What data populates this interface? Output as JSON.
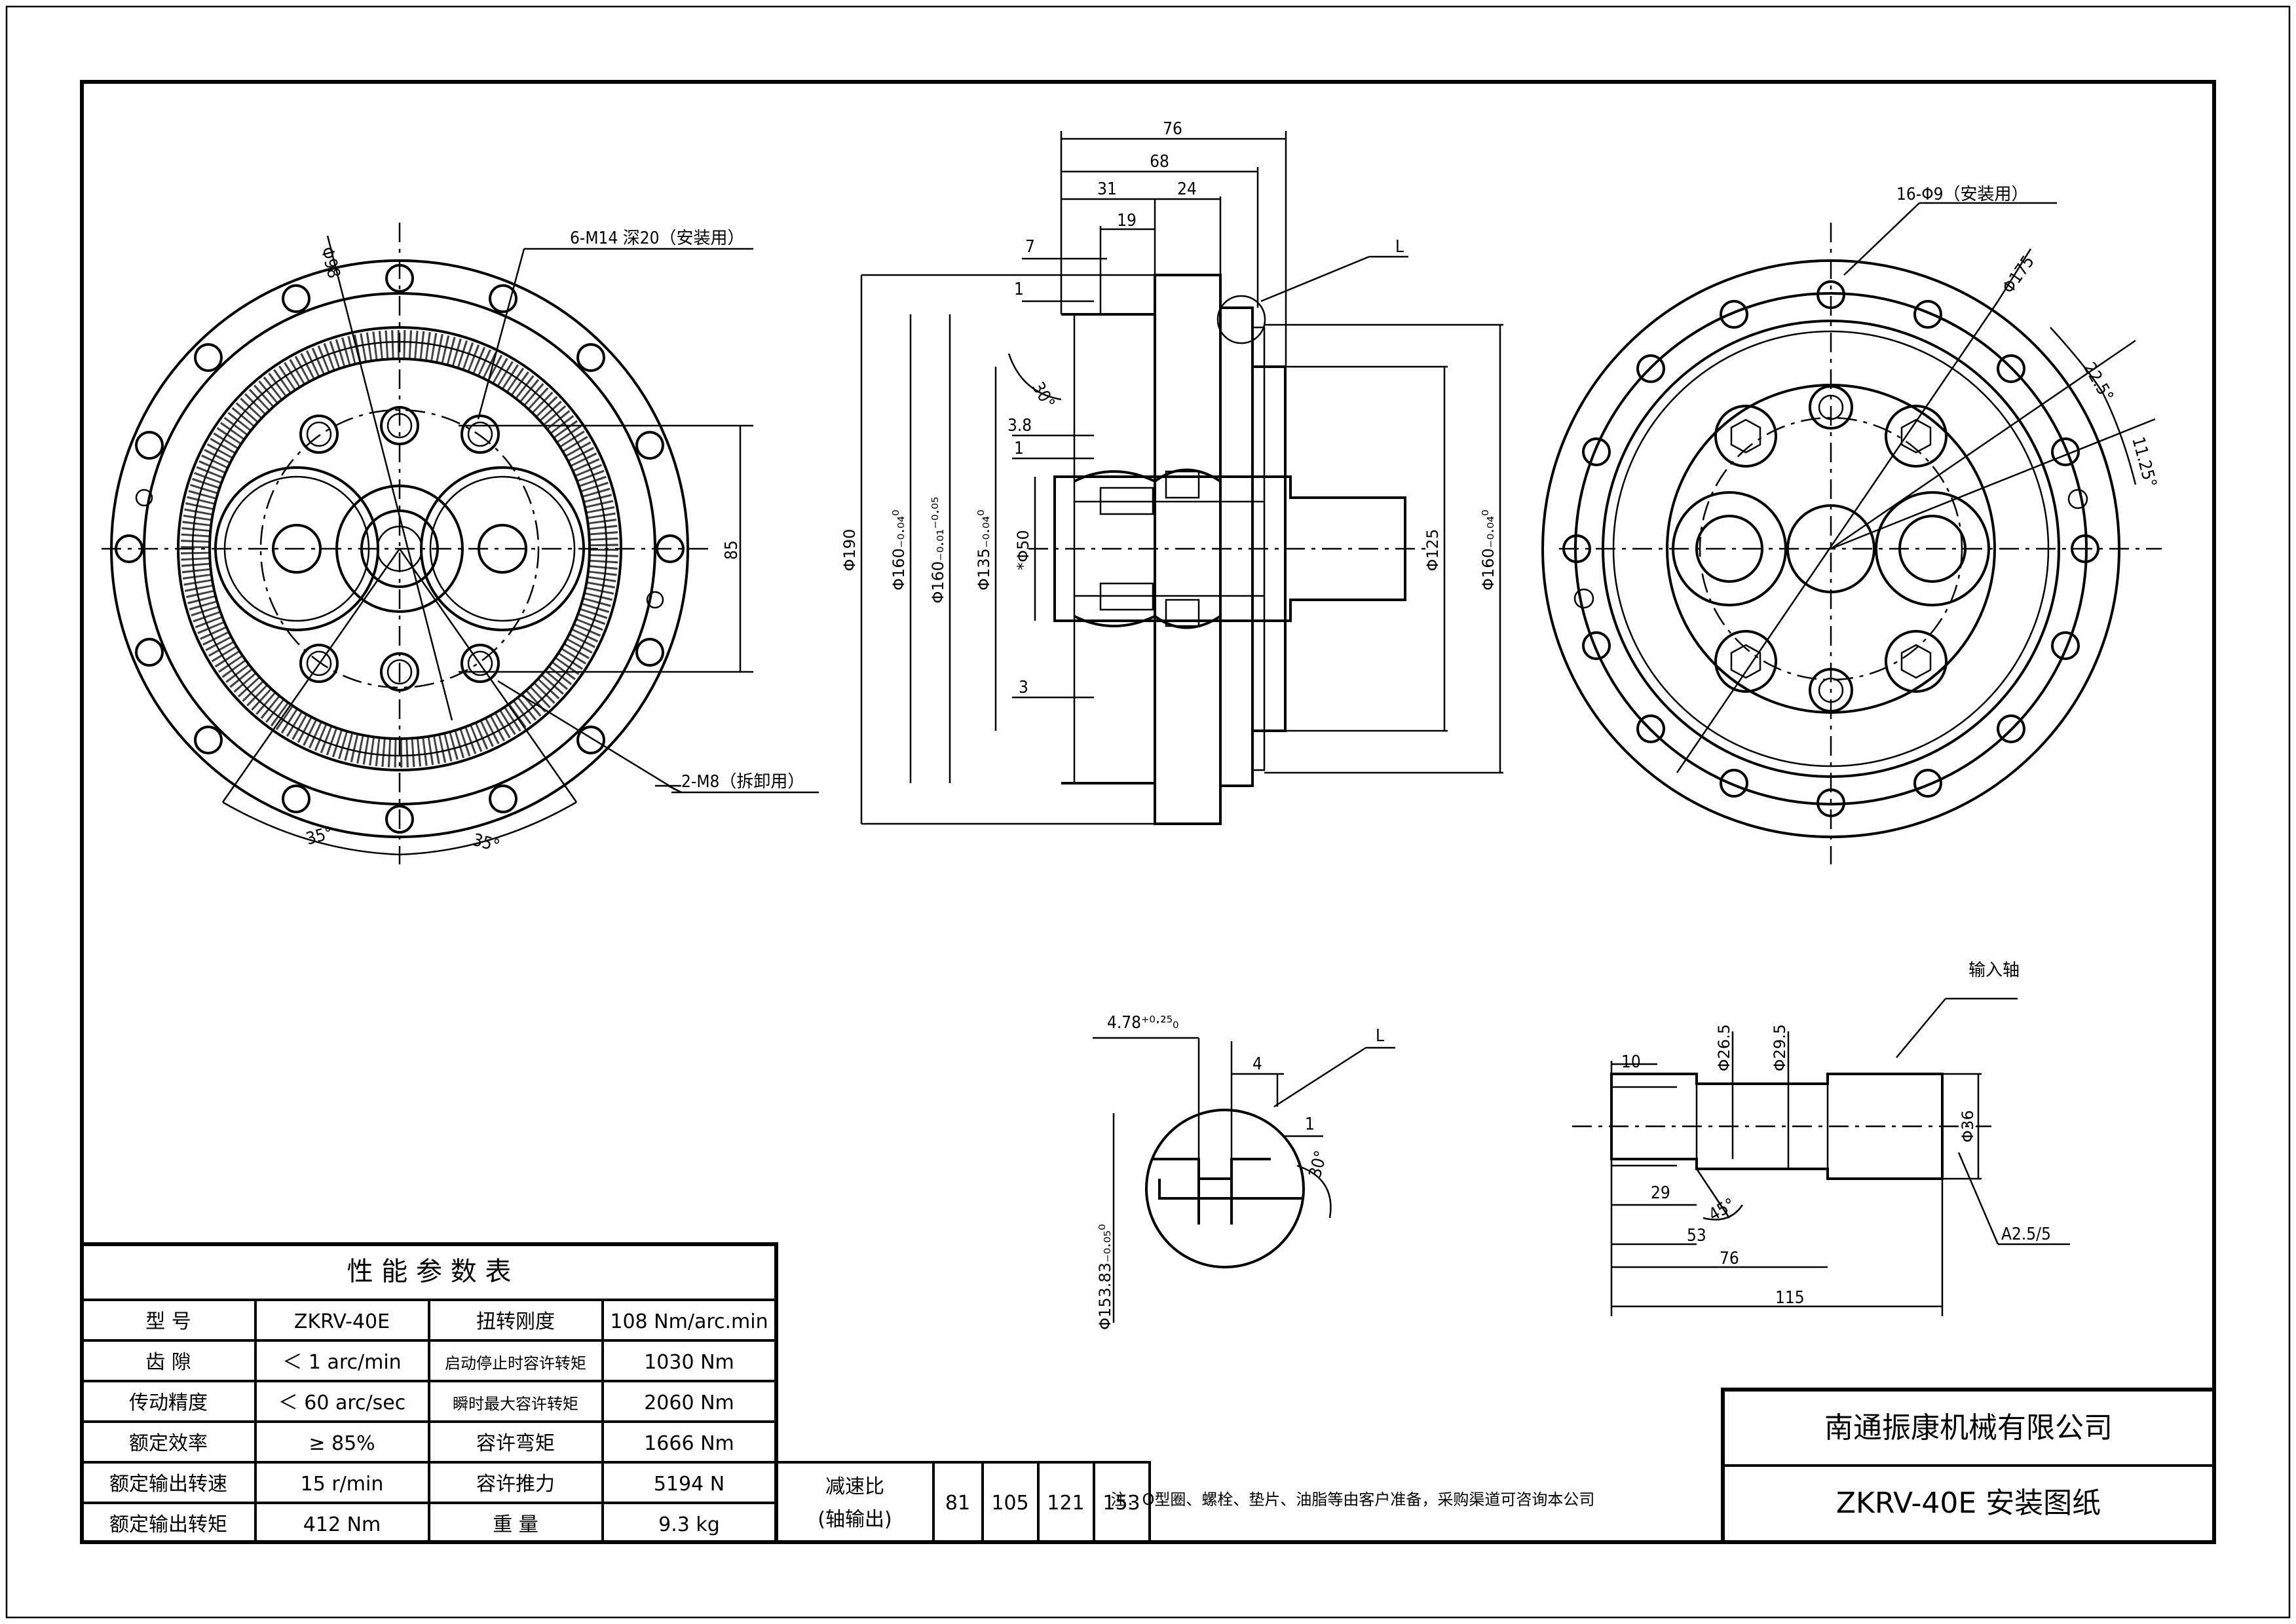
{
  "company": "南通振康机械有限公司",
  "drawing_title": "ZKRV-40E 安装图纸",
  "note": "注：O型圈、螺栓、垫片、油脂等由客户准备，采购渠道可咨询本公司",
  "table": {
    "title": "性 能 参 数 表",
    "rows": [
      [
        "型  号",
        "ZKRV-40E",
        "扭转刚度",
        "108 Nm/arc.min"
      ],
      [
        "齿  隙",
        "＜ 1 arc/min",
        "启动停止时容许转矩",
        "1030 Nm"
      ],
      [
        "传动精度",
        "＜ 60 arc/sec",
        "瞬时最大容许转矩",
        "2060 Nm"
      ],
      [
        "额定效率",
        "≥ 85%",
        "容许弯矩",
        "1666 Nm"
      ],
      [
        "额定输出转速",
        "15 r/min",
        "容许推力",
        "5194 N"
      ],
      [
        "额定输出转矩",
        "412 Nm",
        "重  量",
        "9.3 kg"
      ]
    ],
    "ratio_label_1": "减速比",
    "ratio_label_2": "(轴输出)",
    "ratios": [
      "81",
      "105",
      "121",
      "153"
    ]
  },
  "left_view": {
    "callout_holes": "6-M14 深20（安装用）",
    "callout_removal": "2-M8（拆卸用）",
    "dia_pcd": "Φ98",
    "dim_85": "85",
    "angle_left": "35°",
    "angle_right": "35°"
  },
  "section_view": {
    "dims_top": [
      "76",
      "68",
      "31",
      "24",
      "19",
      "7",
      "1"
    ],
    "dim_38": "3.8",
    "dim_1b": "1",
    "dim_3": "3",
    "angle_30": "30°",
    "label_L": "L",
    "dia_190": "Φ190",
    "dia_160a": "Φ160₋₀.₀₄⁰",
    "dia_160b": "Φ160₋₀.₀₁⁻⁰·⁰⁵",
    "dia_135": "Φ135₋₀.₀₄⁰",
    "dia_50": "*Φ50",
    "dia_125": "Φ125",
    "dia_160c": "Φ160₋₀.₀₄⁰"
  },
  "right_view": {
    "callout_holes": "16-Φ9（安装用）",
    "dia_175": "Φ175",
    "angle_225": "22.5°",
    "angle_1125": "11.25°"
  },
  "detail_view": {
    "dim_478": "4.78⁺⁰·²⁵₀",
    "dim_4": "4",
    "dim_1": "1",
    "angle_30": "30°",
    "label_L": "L",
    "dia_15383": "Φ153.83₋₀.₀₅⁰"
  },
  "shaft_view": {
    "label": "输入轴",
    "dim_10": "10",
    "dia_265": "Φ26.5",
    "dia_295": "Φ29.5",
    "dia_36": "Φ36",
    "dim_29": "29",
    "angle_45": "45°",
    "dim_53": "53",
    "dim_76": "76",
    "dim_115": "115",
    "chamfer": "A2.5/5"
  }
}
